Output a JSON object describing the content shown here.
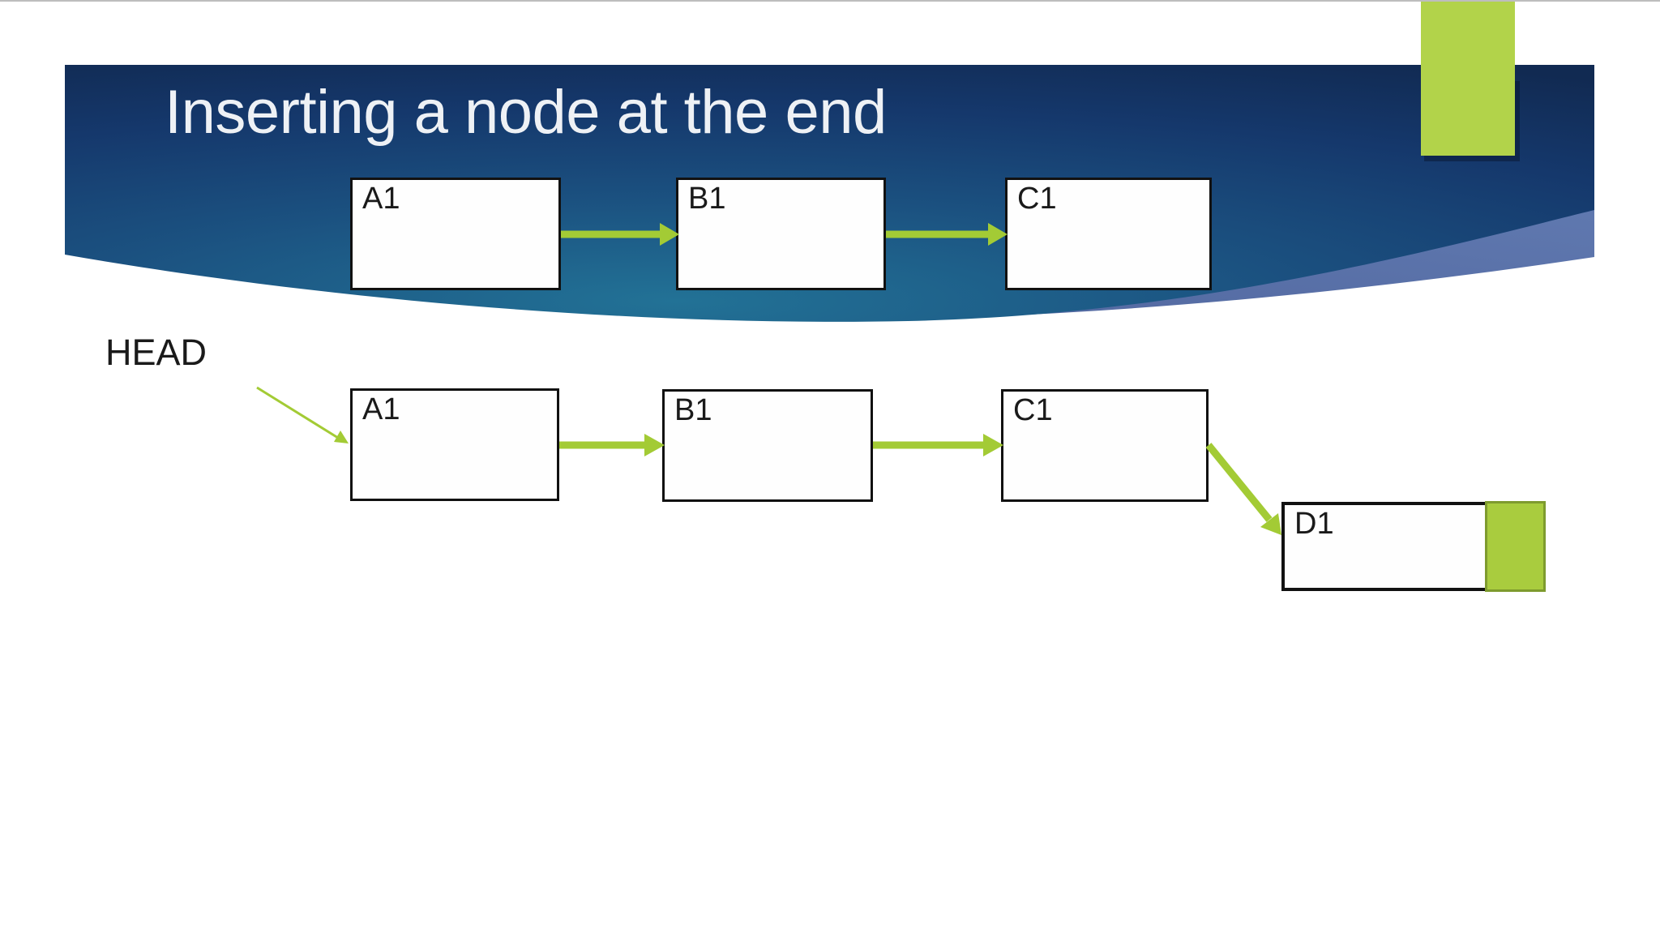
{
  "slide": {
    "title": "Inserting a node at the end",
    "top_row": {
      "nodes": [
        {
          "label": "A1"
        },
        {
          "label": "B1"
        },
        {
          "label": "C1"
        }
      ]
    },
    "bottom_row": {
      "head_label": "HEAD",
      "nodes": [
        {
          "label": "A1"
        },
        {
          "label": "B1"
        },
        {
          "label": "C1"
        }
      ],
      "new_node": {
        "label": "D1"
      }
    }
  },
  "colors": {
    "band_teal": "#217095",
    "band_mid": "#1b5180",
    "band_navy": "#15386c",
    "band_deep": "#112a52",
    "stripe_blue": "#51679f",
    "stripe_blue_light": "#6079b0",
    "accent_green": "#a3cb35",
    "rect_green": "#b2d34a",
    "d1_green_fill": "#a9cc3e",
    "d1_green_border": "#7e9b2e",
    "box_border": "#111111",
    "title_color": "#eef1f5",
    "text_dark": "#1a1a1a",
    "topline_gray": "#bdbdbd"
  }
}
